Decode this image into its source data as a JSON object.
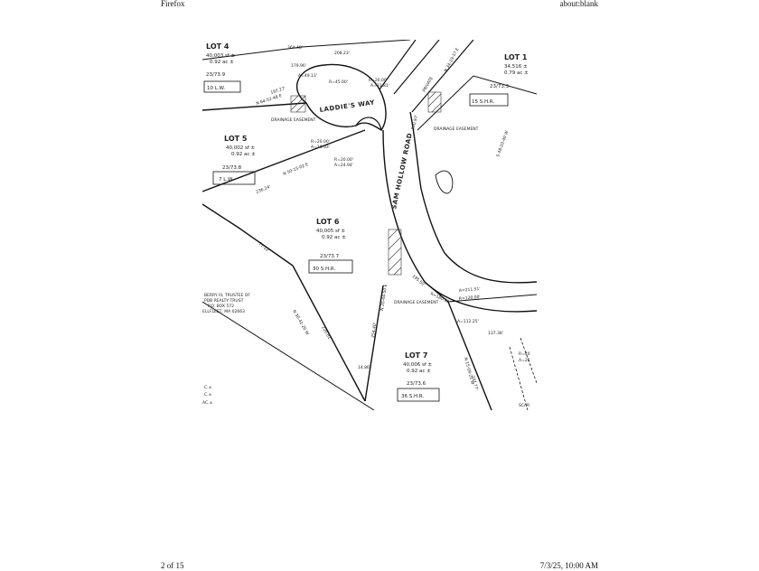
{
  "header": {
    "browser_name": "Firefox",
    "url": "about:blank"
  },
  "footer": {
    "page_indicator": "2 of 15",
    "print_datetime": "7/3/25, 10:00 AM"
  },
  "plat": {
    "lot4": {
      "name": "LOT 4",
      "area": "40,003 sf ±",
      "acres": "0.92 ac ±",
      "map_ref": "23/73.9",
      "house": "10 L.W."
    },
    "lot5": {
      "name": "LOT 5",
      "area": "40,002 sf ±",
      "acres": "0.92 ac ±",
      "map_ref": "23/73.8",
      "house": "7 L.W."
    },
    "lot6": {
      "name": "LOT 6",
      "area": "40,005 sf ±",
      "acres": "0.92 ac ±",
      "map_ref": "23/73.7",
      "house": "30 S.H.R."
    },
    "lot7": {
      "name": "LOT 7",
      "area": "40,006 sf ±",
      "acres": "0.92 ac ±",
      "map_ref": "23/73.6",
      "house": "36 S.H.R."
    },
    "lot1": {
      "name": "LOT 1",
      "area": "34,516 ±",
      "acres": "0.79 ac ±",
      "map_ref": "23/73.3",
      "house": "15 S.H.R."
    },
    "laddies_way": "LADDIE'S WAY",
    "sam_hollow_road": "SAM HOLLOW ROAD",
    "drainage_easement": "DRAINAGE EASEMENT",
    "private": "PRIVATE",
    "owner_block": [
      "BERRY III, TRUSTEE OF",
      "PDB REALTY TRUST",
      "P.O. BOX 572",
      "ELLFLEET, MA 02663"
    ],
    "left_edge_labels": [
      "C.±",
      "C.±",
      "AC.±"
    ],
    "scar": "SCAR",
    "curves": {
      "c1_r": "R=20.00'",
      "c1_a": "A=31.81'",
      "c2_r": "R=20.00'",
      "c2_a": "A=18.93'",
      "c3_r": "R=20.00'",
      "c3_a": "A=24.94'",
      "c4_r": "R=45.00'",
      "c4_a": "A=49.13'",
      "c5_r": "R=120.00'",
      "c5_a": "A=211.51'",
      "c6_r": "R=180.00'",
      "c6_a": "A=112.25'",
      "c7_r": "R=40",
      "c7_a": "A=25"
    },
    "bearings": {
      "b1": "364.48'",
      "b2": "208.23'",
      "b3": "179.96'",
      "b4": "N 64-52-48 E",
      "b5": "197.27'",
      "b6": "N 50-15-02 E",
      "b7": "236.24'",
      "b8": "N 30-42-20 W",
      "b9": "220.81'",
      "b10": "77.12'",
      "b11": "N 20-44-50 E",
      "b12": "254.40'",
      "b13": "14.86'",
      "b14": "137.38'",
      "b15": "N 15-09-21 W",
      "b16": "247.77'",
      "b17": "195.50'",
      "b18": "N 34-19-57 E",
      "b19": "S 48-20-40 W",
      "b20": "100.97'"
    }
  }
}
